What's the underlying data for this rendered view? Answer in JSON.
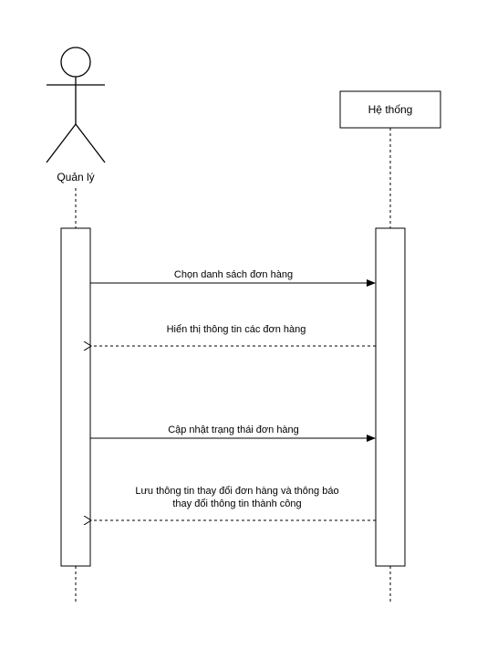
{
  "actors": {
    "manager": {
      "label": "Quản lý"
    },
    "system": {
      "label": "Hệ thống"
    }
  },
  "messages": [
    {
      "text_lines": [
        "Chọn danh sách đơn hàng"
      ],
      "direction": "manager-to-system",
      "style": "solid"
    },
    {
      "text_lines": [
        "Hiển thị thông tin các đơn hàng"
      ],
      "direction": "system-to-manager",
      "style": "dashed"
    },
    {
      "text_lines": [
        "Cập nhật trạng thái đơn hàng"
      ],
      "direction": "manager-to-system",
      "style": "solid"
    },
    {
      "text_lines": [
        "Lưu thông tin thay đổi đơn hàng và thông báo",
        "thay đổi thông tin thành công"
      ],
      "direction": "system-to-manager",
      "style": "dashed"
    }
  ]
}
